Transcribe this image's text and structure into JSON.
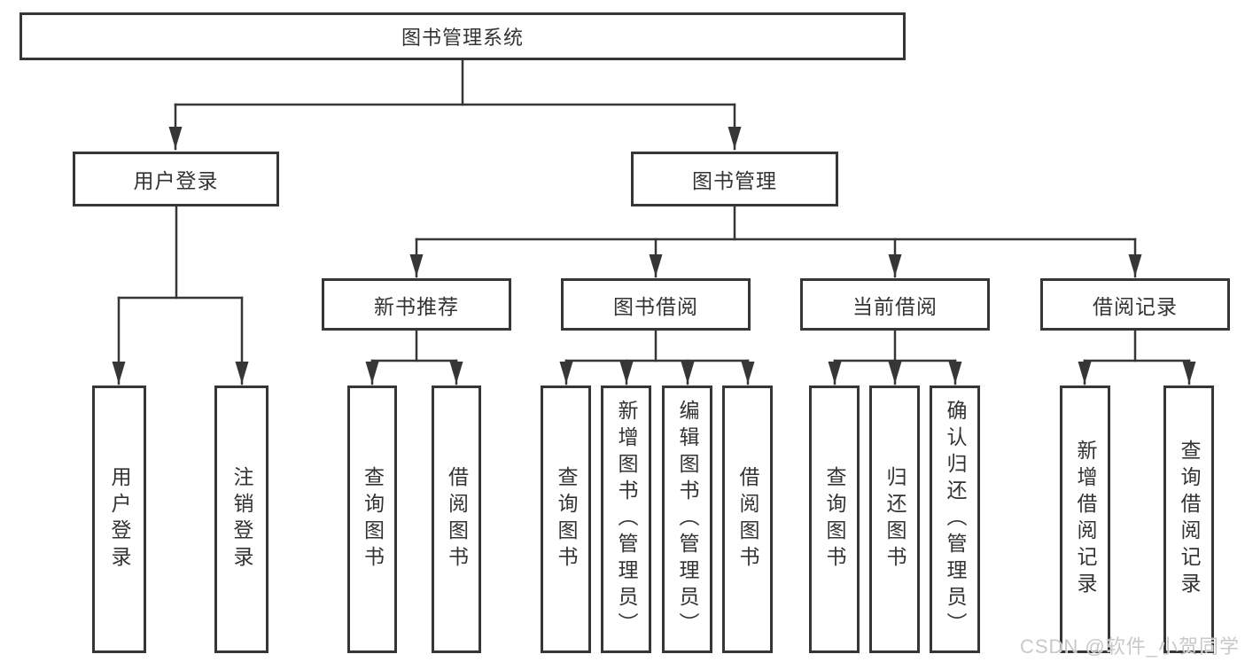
{
  "tree": {
    "label": "图书管理系统",
    "children": [
      {
        "label": "用户登录",
        "children": [
          {
            "label": "用户登录"
          },
          {
            "label": "注销登录"
          }
        ]
      },
      {
        "label": "图书管理",
        "children": [
          {
            "label": "新书推荐",
            "children": [
              {
                "label": "查询图书"
              },
              {
                "label": "借阅图书"
              }
            ]
          },
          {
            "label": "图书借阅",
            "children": [
              {
                "label": "查询图书"
              },
              {
                "label": "新增图书（管理员）"
              },
              {
                "label": "编辑图书（管理员）"
              },
              {
                "label": "借阅图书"
              }
            ]
          },
          {
            "label": "当前借阅",
            "children": [
              {
                "label": "查询图书"
              },
              {
                "label": "归还图书"
              },
              {
                "label": "确认归还（管理员）"
              }
            ]
          },
          {
            "label": "借阅记录",
            "children": [
              {
                "label": "新增借阅记录"
              },
              {
                "label": "查询借阅记录"
              }
            ]
          }
        ]
      }
    ]
  },
  "watermark": {
    "text": "CSDN @软件_小贺同学"
  },
  "colors": {
    "line": "#363636",
    "box_border": "#363636",
    "box_fill": "#ffffff",
    "text": "#333333",
    "watermark": "#c3c3c3"
  }
}
